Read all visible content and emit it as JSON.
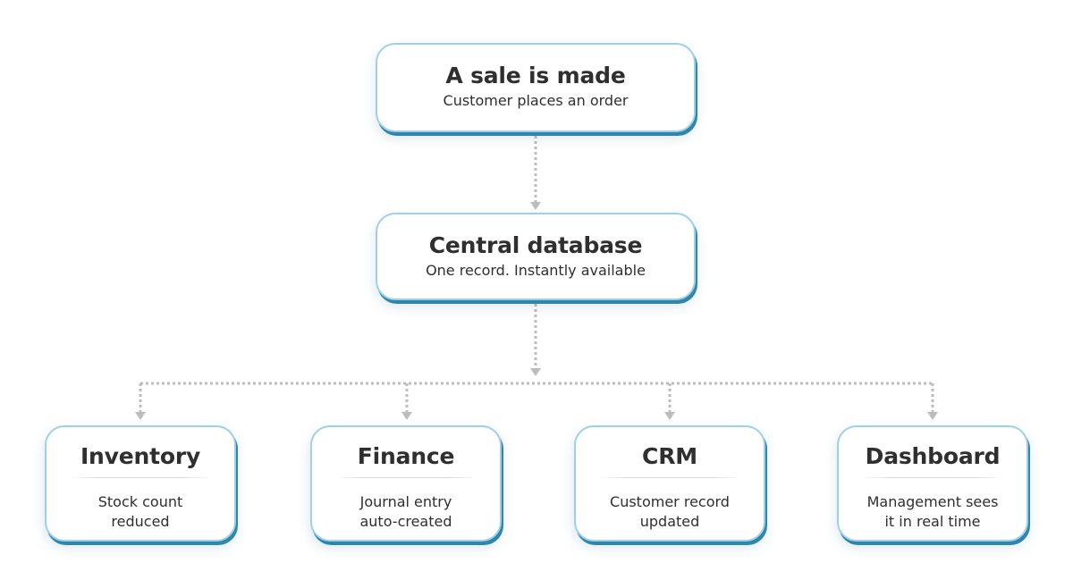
{
  "top_node": {
    "title": "A sale is made",
    "subtitle": "Customer places an order"
  },
  "central_node": {
    "title": "Central database",
    "subtitle": "One record. Instantly available"
  },
  "modules": [
    {
      "title": "Inventory",
      "line1": "Stock count",
      "line2": "reduced"
    },
    {
      "title": "Finance",
      "line1": "Journal entry",
      "line2": "auto-created"
    },
    {
      "title": "CRM",
      "line1": "Customer record",
      "line2": "updated"
    },
    {
      "title": "Dashboard",
      "line1": "Management sees",
      "line2": "it in real time"
    }
  ],
  "colors": {
    "box_border": "#9fd0e8",
    "box_shadow": "#2e86ab",
    "connector": "#bdbdbd",
    "text": "#2f2f2f"
  }
}
